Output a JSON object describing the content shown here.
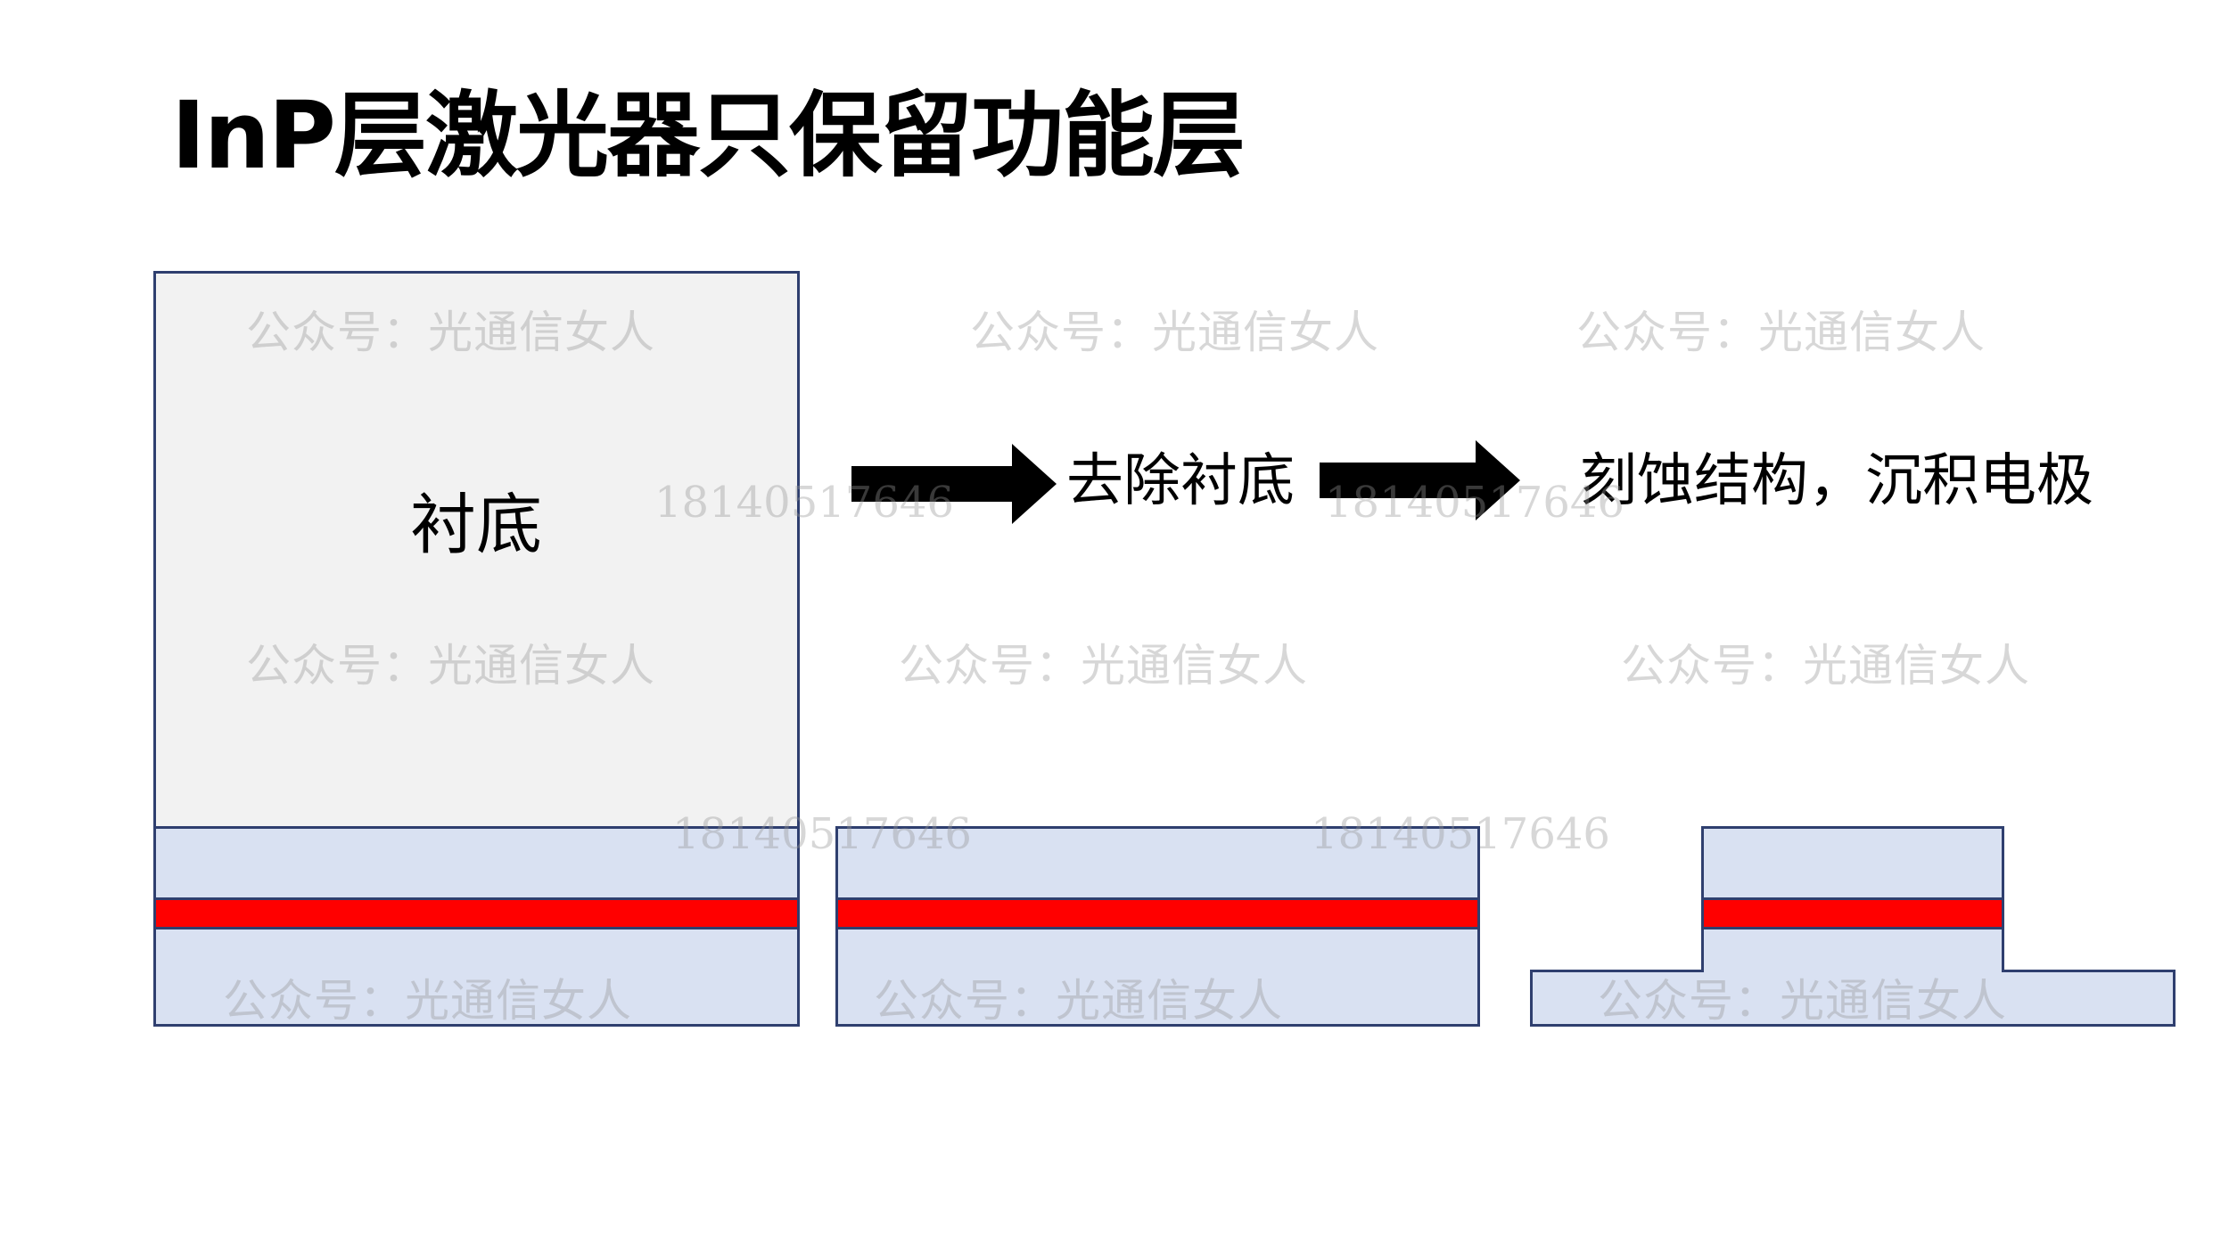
{
  "title": "InP层激光器只保留功能层",
  "labels": {
    "substrate": "衬底",
    "step1": "去除衬底",
    "step2": "刻蚀结构，沉积电极"
  },
  "watermarks": {
    "text": "公众号：光通信女人",
    "number": "18140517646"
  },
  "colors": {
    "substrate": "#f2f2f2",
    "cladding": "#d9e1f2",
    "active_layer": "#ff0000",
    "outline": "#2f3f6f",
    "arrow": "#000000"
  },
  "icons": {
    "arrow": "right-arrow-icon"
  }
}
